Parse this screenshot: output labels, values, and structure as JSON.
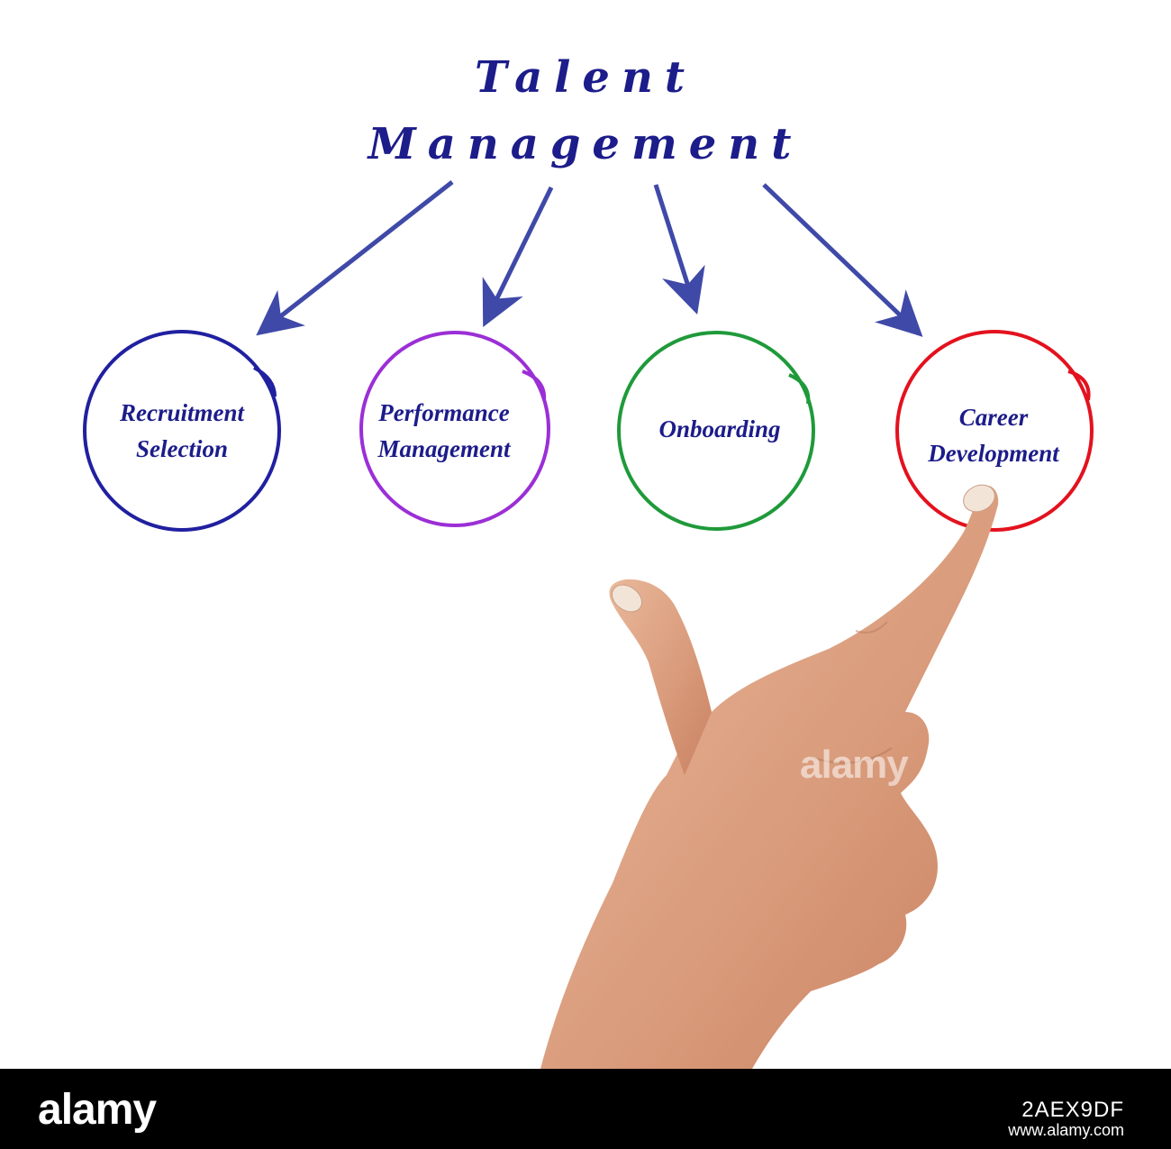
{
  "diagram": {
    "title_line1": "Talent",
    "title_line2": "Management",
    "nodes": [
      {
        "line1": "Recruitment",
        "line2": "Selection",
        "color": "#2020a0"
      },
      {
        "line1": "Performance",
        "line2": "Management",
        "color": "#9b2fd6"
      },
      {
        "line1": "Onboarding",
        "line2": "",
        "color": "#1f9a3a"
      },
      {
        "line1": "Career",
        "line2": "Development",
        "color": "#e3121e"
      }
    ],
    "arrow_color": "#3f49a8",
    "text_color": "#1c1c8a"
  },
  "watermark": "alamy",
  "footer": {
    "logo": "alamy",
    "image_id": "2AEX9DF",
    "url": "www.alamy.com"
  }
}
